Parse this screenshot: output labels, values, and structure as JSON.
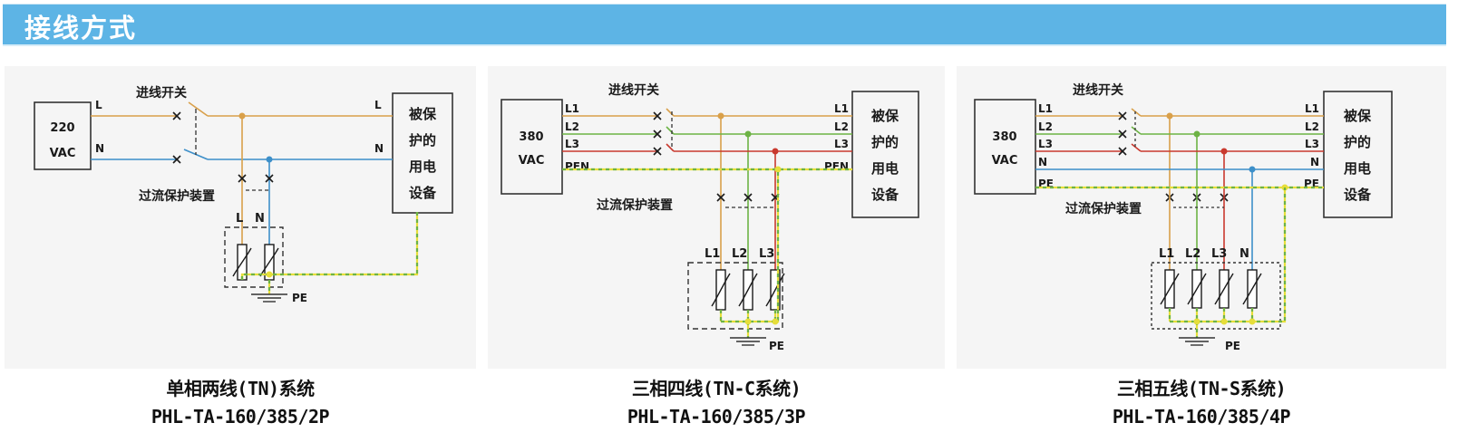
{
  "header": {
    "title": "接线方式"
  },
  "colors": {
    "header_bg": "#5db4e5",
    "L": "#d9a04a",
    "L1": "#d9a04a",
    "L2": "#6db345",
    "L3": "#c9392e",
    "N": "#3d8fc9",
    "PE_a": "#e6de3a",
    "PE_b": "#6db345",
    "outline": "#333333"
  },
  "labels": {
    "incoming_switch": "进线开关",
    "overcurrent_device": "过流保护装置",
    "protected_equipment": [
      "被保",
      "护的",
      "用电",
      "设备"
    ],
    "ground": "PE"
  },
  "diagrams": [
    {
      "id": "single-phase",
      "source": [
        "220",
        "VAC"
      ],
      "lines": [
        "L",
        "N"
      ],
      "spd_poles": [
        "L",
        "N"
      ],
      "caption_system": "单相两线(TN)系统",
      "caption_model": "PHL-TA-160/385/2P"
    },
    {
      "id": "three-phase-four-wire",
      "source": [
        "380",
        "VAC"
      ],
      "lines": [
        "L1",
        "L2",
        "L3",
        "PEN"
      ],
      "spd_poles": [
        "L1",
        "L2",
        "L3"
      ],
      "caption_system": "三相四线(TN-C系统)",
      "caption_model": "PHL-TA-160/385/3P"
    },
    {
      "id": "three-phase-five-wire",
      "source": [
        "380",
        "VAC"
      ],
      "lines": [
        "L1",
        "L2",
        "L3",
        "N",
        "PE"
      ],
      "spd_poles": [
        "L1",
        "L2",
        "L3",
        "N"
      ],
      "caption_system": "三相五线(TN-S系统)",
      "caption_model": "PHL-TA-160/385/4P"
    }
  ]
}
